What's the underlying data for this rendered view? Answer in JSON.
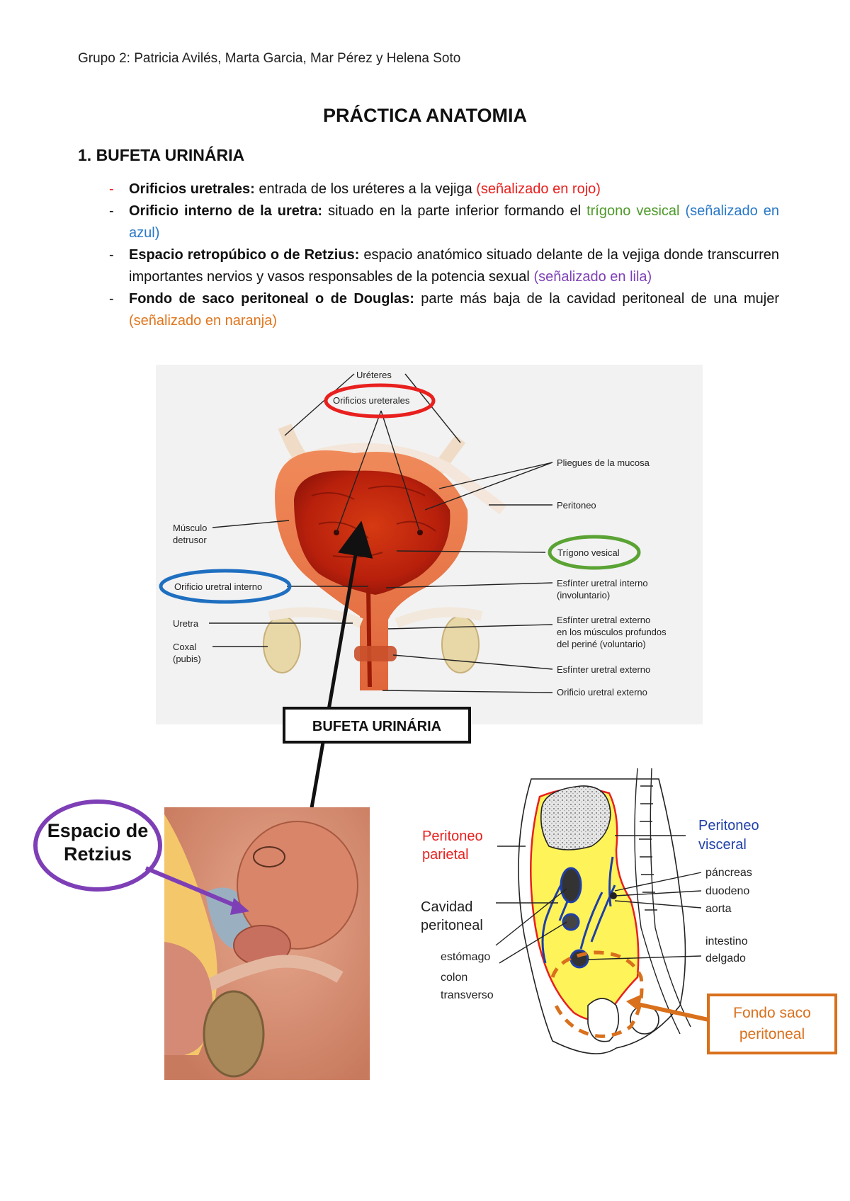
{
  "header": {
    "authors": "Grupo 2: Patricia Avilés, Marta Garcia, Mar Pérez y Helena Soto"
  },
  "title": "PRÁCTICA ANATOMIA",
  "section": "1. BUFETA URINÁRIA",
  "bullets": [
    {
      "term": "Orificios uretrales:",
      "text": " entrada de los uréteres a la vejiga ",
      "pre": "",
      "colored": "(señalizado en rojo)",
      "post": ""
    },
    {
      "term": "Orificio interno de la uretra:",
      "text": " situado en la parte inferior formando el ",
      "pre": "trígono vesical",
      "colored": "(señalizado en azul)",
      "post": ""
    },
    {
      "term": "Espacio retropúbico o de Retzius:",
      "text": " espacio anatómico situado delante de la vejiga donde transcurren importantes nervios y vasos responsables de la potencia sexual ",
      "pre": "",
      "colored": "(señalizado en lila)",
      "post": ""
    },
    {
      "term": "Fondo de saco peritoneal o de Douglas:",
      "text": " parte más baja de la cavidad peritoneal de una mujer ",
      "pre": "",
      "colored": "(señalizado en naranja)",
      "post": ""
    }
  ],
  "bladder_figure": {
    "labels": {
      "ureteres": "Uréteres",
      "orificios_ureterales": "Orificios ureterales",
      "pliegues": "Pliegues de la mucosa",
      "peritoneo": "Peritoneo",
      "musculo": "Músculo",
      "detrusor": "detrusor",
      "trigono": "Trígono vesical",
      "orificio_interno": "Orificio uretral interno",
      "esfinter_interno_1": "Esfínter uretral interno",
      "esfinter_interno_2": "(involuntario)",
      "uretra": "Uretra",
      "esfinter_externo_m1": "Esfínter uretral externo",
      "esfinter_externo_m2": "en los músculos profundos",
      "esfinter_externo_m3": "del periné (voluntario)",
      "coxal": "Coxal",
      "pubis": "(pubis)",
      "esfinter_externo": "Esfínter uretral externo",
      "orificio_externo": "Orificio uretral externo"
    },
    "highlight_colors": {
      "red": "#e8201e",
      "blue": "#1f6fc0",
      "green": "#5aa334"
    }
  },
  "center_box": "BUFETA URINÁRIA",
  "retzius_figure": {
    "label_line1": "Espacio de",
    "label_line2": "Retzius",
    "highlight_color": "#7e3fb6"
  },
  "peritoneum_figure": {
    "labels": {
      "parietal_1": "Peritoneo",
      "parietal_2": "parietal",
      "visceral_1": "Peritoneo",
      "visceral_2": "visceral",
      "cavidad_1": "Cavidad",
      "cavidad_2": "peritoneal",
      "pancreas": "páncreas",
      "duodeno": "duodeno",
      "aorta": "aorta",
      "intestino_1": "intestino",
      "intestino_2": "delgado",
      "estomago": "estómago",
      "colon_1": "colon",
      "colon_2": "transverso"
    },
    "box_label_1": "Fondo saco",
    "box_label_2": "peritoneal",
    "colors": {
      "parietal": "#e8201e",
      "visceral": "#1f3fa8",
      "highlight": "#d9701c",
      "cavity_fill": "#fff35a"
    }
  }
}
